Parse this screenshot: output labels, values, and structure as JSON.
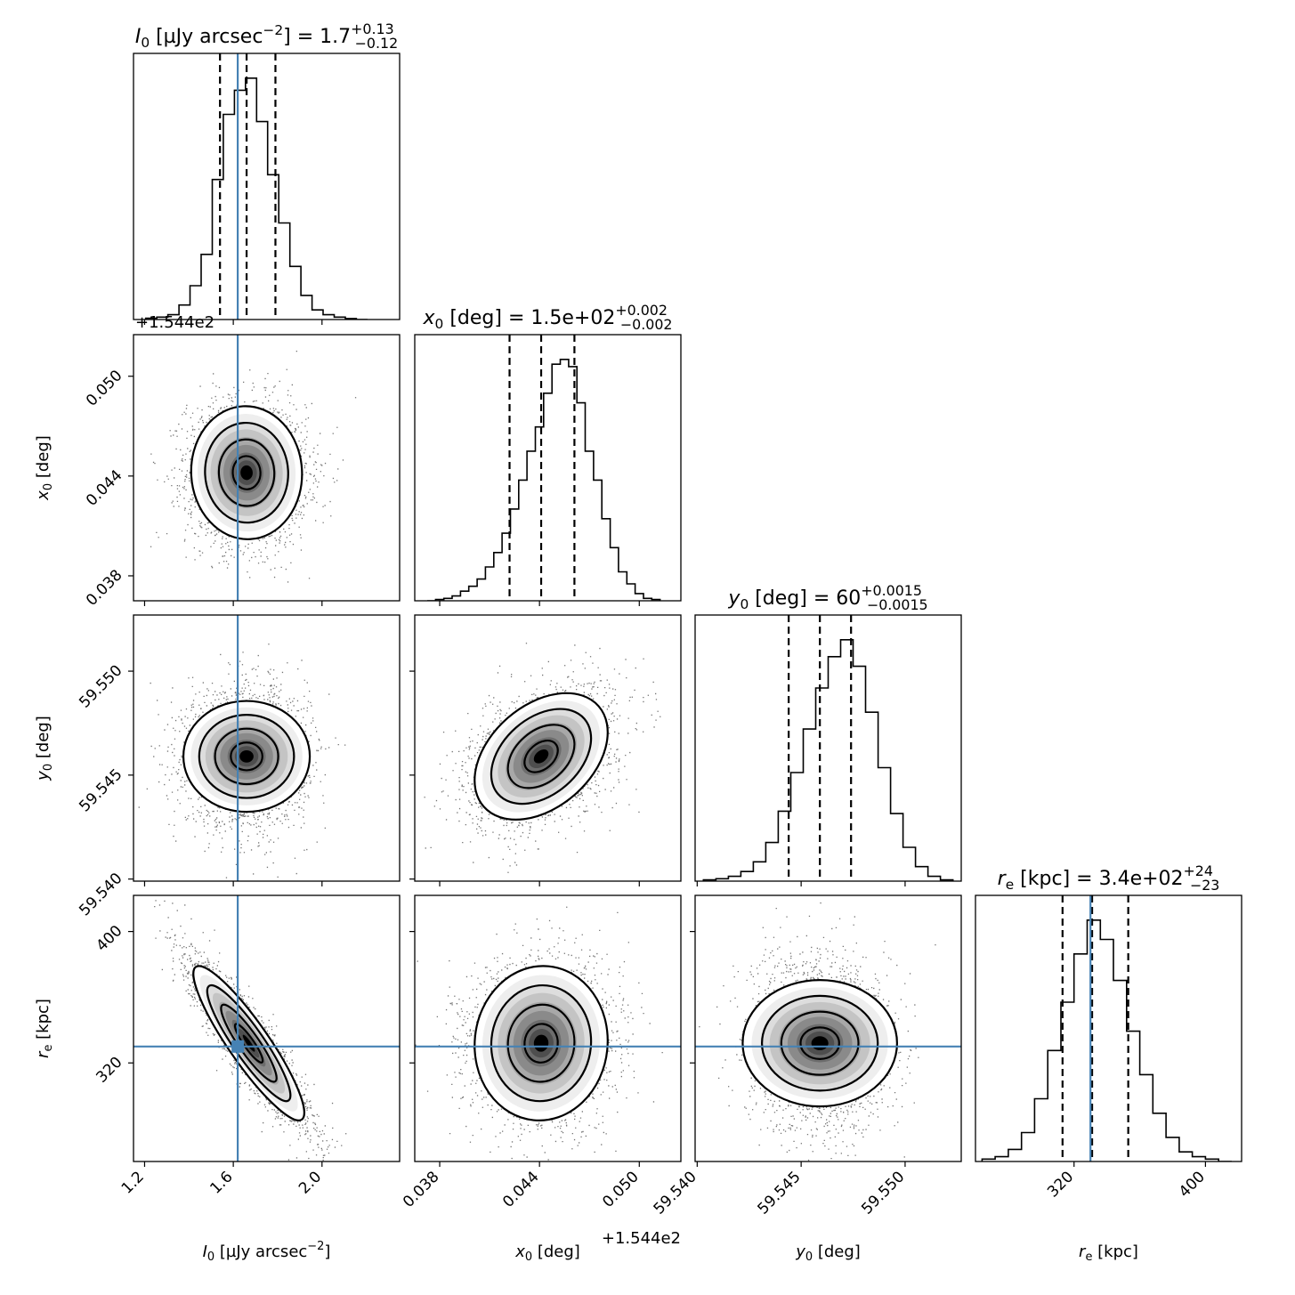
{
  "figure": {
    "truth_color": "#4682b4"
  },
  "chart_data": {
    "type": "scatter",
    "parameters": [
      {
        "key": "I0",
        "label": "I_0 [µJy arcsec^-2]",
        "range": [
          1.15,
          2.35
        ],
        "ticks": [
          1.2,
          1.6,
          2.0
        ],
        "tick_labels": [
          "1.2",
          "1.6",
          "2.0"
        ],
        "truth": 1.62,
        "title": {
          "name": "I_0 [µJy arcsec^-2]",
          "value": "1.7",
          "upper": "+0.13",
          "lower": "−0.12"
        },
        "quantiles": [
          1.54,
          1.66,
          1.79
        ],
        "offset": ""
      },
      {
        "key": "x0",
        "label": "x_0 [deg]",
        "range": [
          0.0365,
          0.0525
        ],
        "ticks": [
          0.038,
          0.044,
          0.05
        ],
        "tick_labels": [
          "0.038",
          "0.044",
          "0.050"
        ],
        "truth": null,
        "title": {
          "name": "x_0 [deg]",
          "value": "1.5e+02",
          "upper": "+0.002",
          "lower": "−0.002"
        },
        "quantiles": [
          0.0422,
          0.0441,
          0.0461
        ],
        "offset": "+1.544e2"
      },
      {
        "key": "y0",
        "label": "y_0 [deg]",
        "range": [
          59.5399,
          59.5527
        ],
        "ticks": [
          59.54,
          59.545,
          59.55
        ],
        "tick_labels": [
          "59.540",
          "59.545",
          "59.550"
        ],
        "truth": null,
        "title": {
          "name": "y_0 [deg]",
          "value": "60",
          "upper": "+0.0015",
          "lower": "−0.0015"
        },
        "quantiles": [
          59.5444,
          59.5459,
          59.5474
        ],
        "offset": ""
      },
      {
        "key": "re",
        "label": "r_e [kpc]",
        "range": [
          260,
          422
        ],
        "ticks": [
          320,
          400
        ],
        "tick_labels": [
          "320",
          "400"
        ],
        "truth": 330,
        "title": {
          "name": "r_e [kpc]",
          "value": "3.4e+02",
          "upper": "+24",
          "lower": "−23"
        },
        "quantiles": [
          313,
          331,
          353
        ],
        "offset": ""
      }
    ],
    "histograms": [
      {
        "param": "I0",
        "x": [
          1.23,
          1.28,
          1.33,
          1.38,
          1.43,
          1.48,
          1.53,
          1.58,
          1.63,
          1.68,
          1.73,
          1.78,
          1.83,
          1.88,
          1.93,
          1.98,
          2.03,
          2.08,
          2.13,
          2.18
        ],
        "counts": [
          0.005,
          0.01,
          0.02,
          0.06,
          0.14,
          0.27,
          0.58,
          0.85,
          0.95,
          1.0,
          0.82,
          0.6,
          0.4,
          0.22,
          0.1,
          0.04,
          0.02,
          0.01,
          0.004,
          0.0
        ]
      },
      {
        "param": "x0",
        "x": [
          0.0375,
          0.038,
          0.0385,
          0.039,
          0.0395,
          0.04,
          0.0405,
          0.041,
          0.0415,
          0.042,
          0.0425,
          0.043,
          0.0435,
          0.044,
          0.0445,
          0.045,
          0.0455,
          0.046,
          0.0465,
          0.047,
          0.0475,
          0.048,
          0.0485,
          0.049,
          0.0495,
          0.05,
          0.0505,
          0.051
        ],
        "counts": [
          0.0,
          0.005,
          0.01,
          0.02,
          0.04,
          0.06,
          0.09,
          0.14,
          0.2,
          0.28,
          0.38,
          0.5,
          0.62,
          0.72,
          0.86,
          0.98,
          1.0,
          0.97,
          0.82,
          0.62,
          0.5,
          0.34,
          0.22,
          0.12,
          0.07,
          0.03,
          0.01,
          0.005
        ]
      },
      {
        "param": "y0",
        "x": [
          59.5406,
          59.5412,
          59.5418,
          59.5424,
          59.543,
          59.5436,
          59.5442,
          59.5448,
          59.5454,
          59.546,
          59.5466,
          59.5472,
          59.5478,
          59.5484,
          59.549,
          59.5496,
          59.5502,
          59.5508,
          59.5514,
          59.552
        ],
        "counts": [
          0.005,
          0.01,
          0.02,
          0.04,
          0.08,
          0.16,
          0.29,
          0.45,
          0.63,
          0.8,
          0.93,
          1.0,
          0.89,
          0.7,
          0.47,
          0.28,
          0.14,
          0.06,
          0.02,
          0.005
        ]
      },
      {
        "param": "re",
        "x": [
          268,
          276,
          284,
          292,
          300,
          308,
          316,
          324,
          332,
          340,
          348,
          356,
          364,
          372,
          380,
          388,
          396,
          404,
          412
        ],
        "counts": [
          0.01,
          0.02,
          0.05,
          0.12,
          0.26,
          0.46,
          0.66,
          0.86,
          1.0,
          0.92,
          0.75,
          0.54,
          0.36,
          0.2,
          0.1,
          0.04,
          0.02,
          0.01,
          0.0
        ]
      }
    ],
    "pairs": [
      {
        "x": "I0",
        "y": "x0",
        "mean": [
          1.66,
          0.0442
        ],
        "sd": [
          0.125,
          0.002
        ],
        "rho": -0.02
      },
      {
        "x": "I0",
        "y": "y0",
        "mean": [
          1.66,
          59.5459
        ],
        "sd": [
          0.125,
          0.00152
        ],
        "rho": 0.0
      },
      {
        "x": "x0",
        "y": "y0",
        "mean": [
          0.0441,
          59.5459
        ],
        "sd": [
          0.002,
          0.00152
        ],
        "rho": 0.38
      },
      {
        "x": "I0",
        "y": "re",
        "mean": [
          1.67,
          332
        ],
        "sd": [
          0.125,
          23.5
        ],
        "rho": -0.9
      },
      {
        "x": "x0",
        "y": "re",
        "mean": [
          0.0441,
          332
        ],
        "sd": [
          0.002,
          23.5
        ],
        "rho": 0.03
      },
      {
        "x": "y0",
        "y": "re",
        "mean": [
          59.5459,
          332
        ],
        "sd": [
          0.00152,
          23.5
        ],
        "rho": 0.0
      }
    ],
    "contour_levels_sigma": [
      0.5,
      1.0,
      1.5,
      2.0
    ]
  }
}
